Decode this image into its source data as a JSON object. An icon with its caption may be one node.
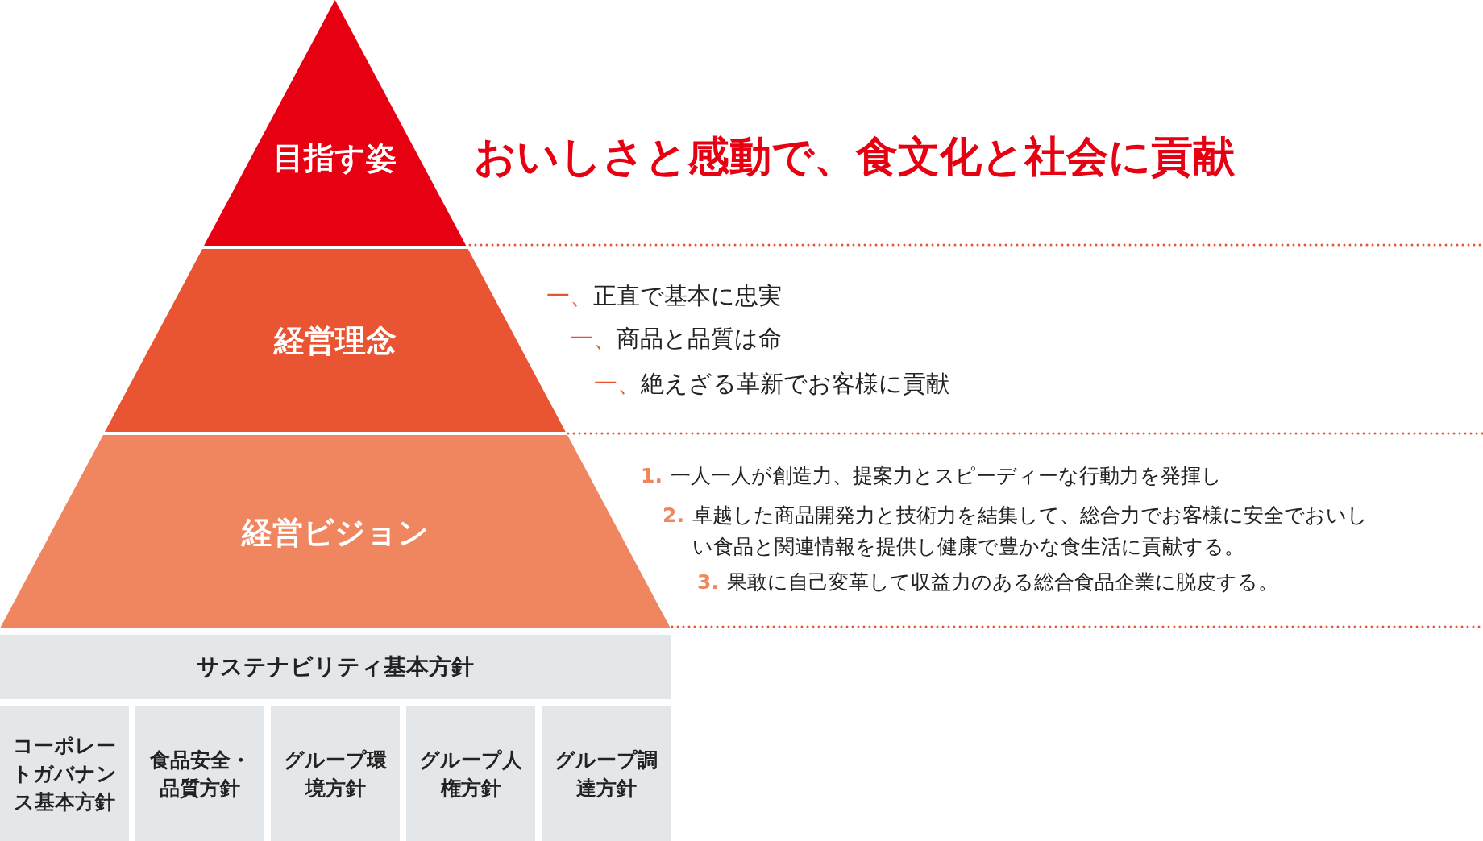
{
  "diagram": {
    "nodes": [
      {
        "text": [
          "目指す姿"
        ],
        "beside": [
          "おいしさと感動で、食文化と社会に貢献"
        ]
      },
      {
        "text": [
          "経営理念"
        ],
        "beside": [
          "一、正直で基本に忠実",
          "一、商品と品質は命",
          "一、絶えざる革新でお客様に貢献"
        ]
      },
      {
        "text": [
          "経営ビジョン"
        ],
        "beside": [
          "1. 一人一人が創造力、提案力とスピーディーな行動力を発揮し",
          "2. 卓越した商品開発力と技術力を結集して、総合力でお客様に安全でおいしい食品と関連情報を提供し健康で豊かな食生活に貢献する。",
          "3. 果敢に自己変革して収益力のある総合食品企業に脱皮する。"
        ]
      },
      {
        "text": [
          "サステナビリティ基本方針"
        ]
      },
      {
        "text": [
          "コーポレートガバナンス基本方針"
        ]
      },
      {
        "text": [
          "食品安全・品質方針"
        ]
      },
      {
        "text": [
          "グループ環境方針"
        ]
      },
      {
        "text": [
          "グループ人権方針"
        ]
      },
      {
        "text": [
          "グループ調達方針"
        ]
      }
    ],
    "edges": []
  }
}
